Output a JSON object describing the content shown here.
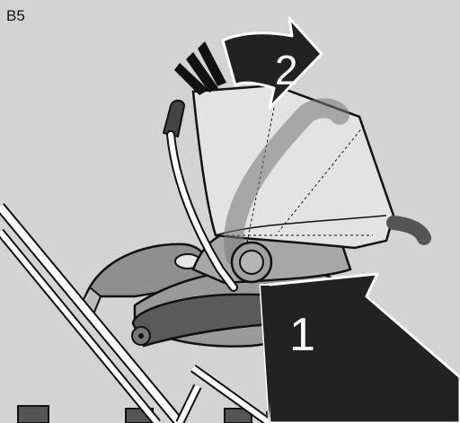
{
  "figure": {
    "step_label": "B5",
    "arrow_1_label": "1",
    "arrow_2_label": "2"
  }
}
